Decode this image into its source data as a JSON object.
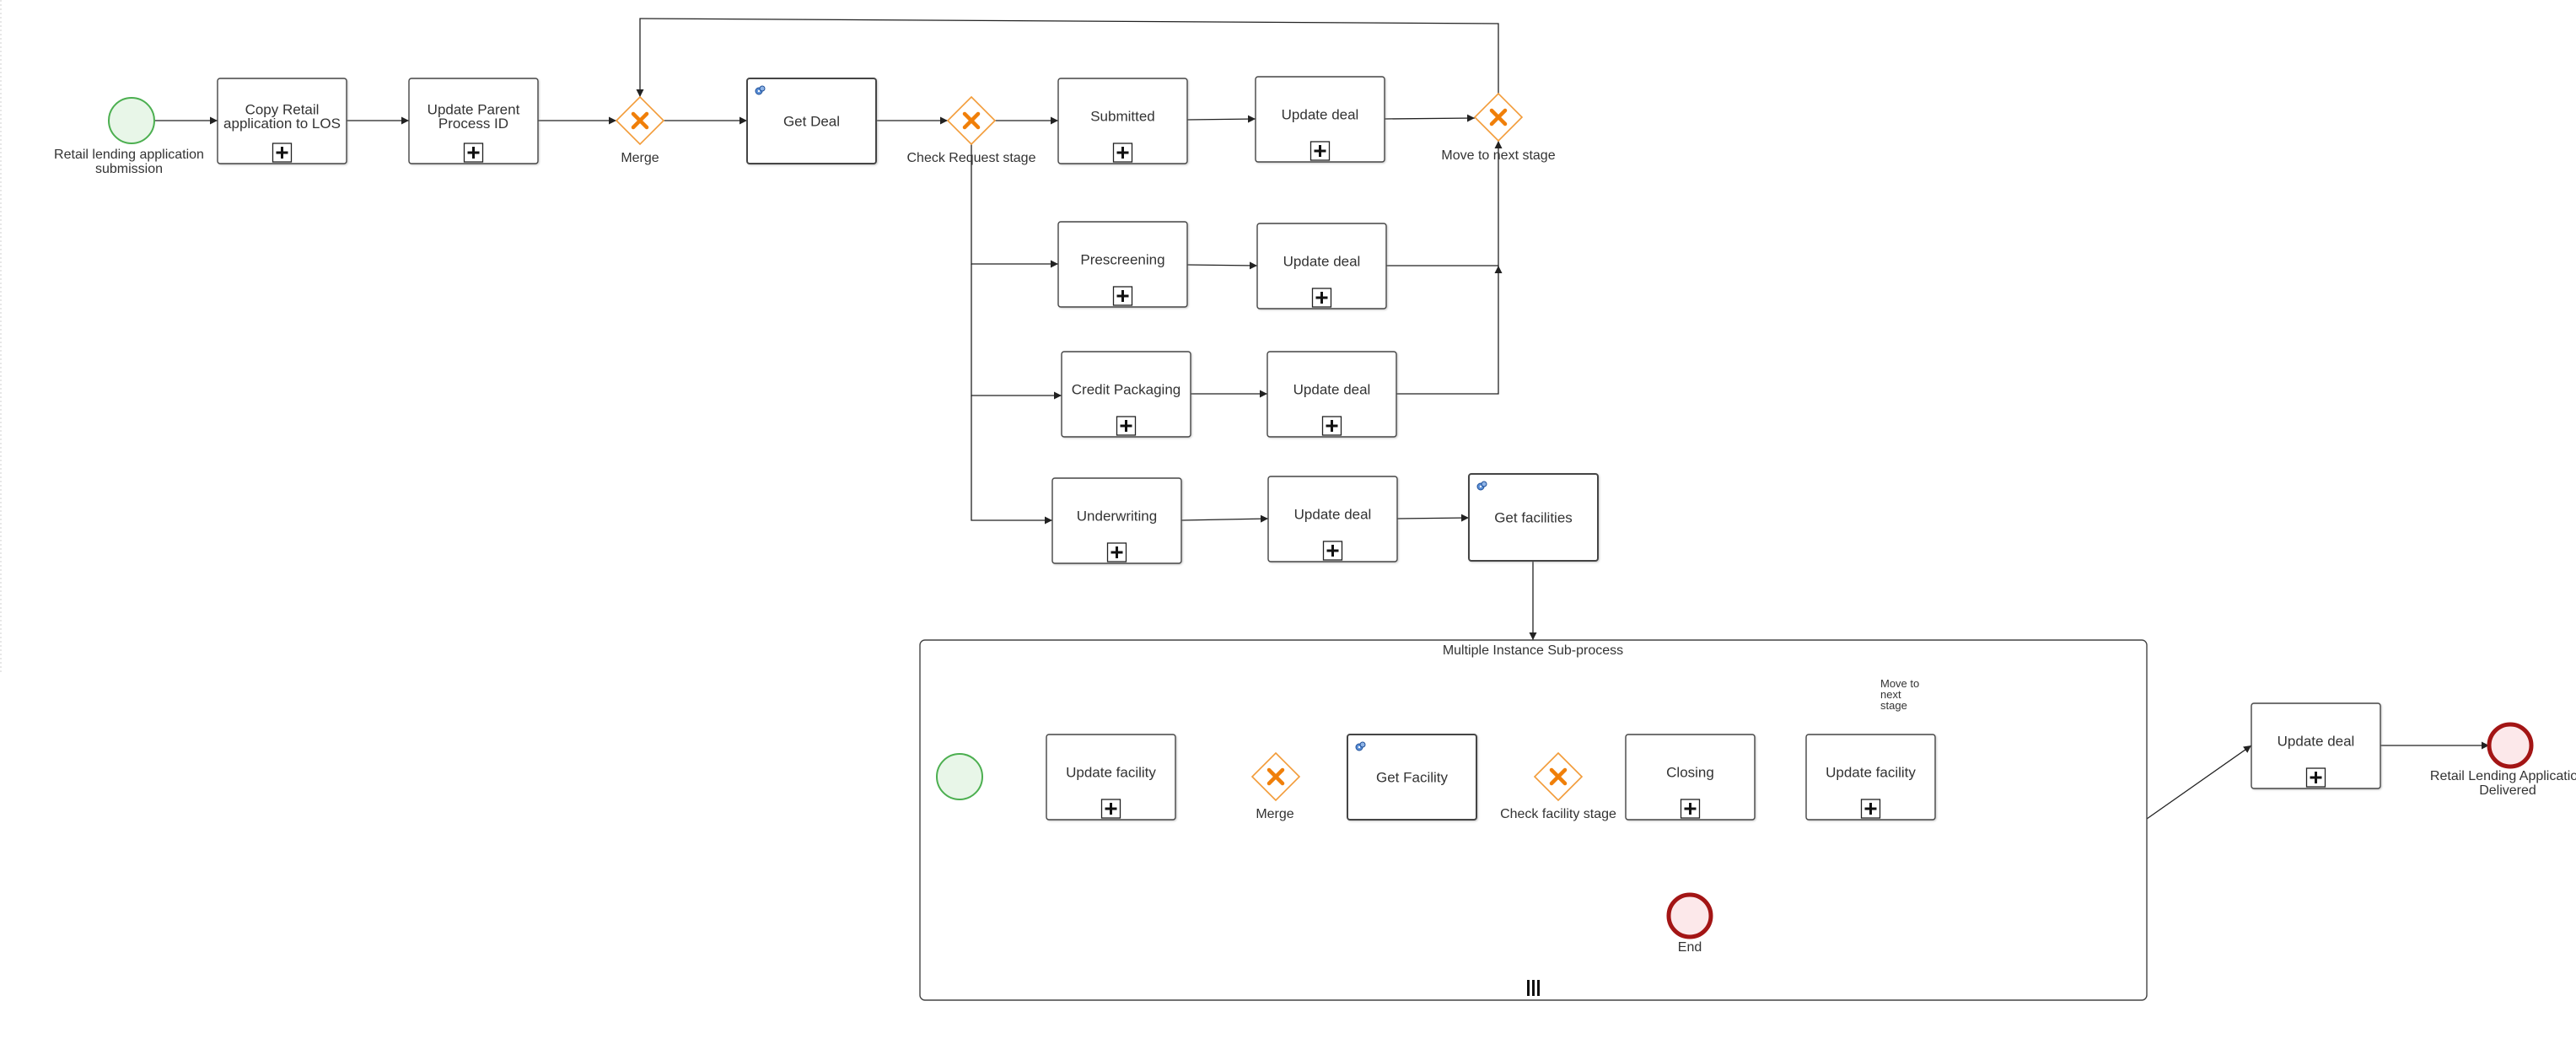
{
  "diagram": {
    "type": "BPMN process",
    "colors": {
      "start_event_fill": "#e8f6e8",
      "start_event_stroke": "#4caf50",
      "end_event_fill": "#fce8ea",
      "end_event_stroke": "#a31515",
      "gateway_stroke": "#f29b38",
      "gateway_marker": "#f07f09",
      "edge": "#222222"
    },
    "nodes": [
      {
        "id": "start-1",
        "kind": "start-event",
        "label": "Retail lending application\nsubmission"
      },
      {
        "id": "task-copy",
        "kind": "task",
        "label": "Copy Retail\napplication to LOS",
        "marker": "subprocess-plus"
      },
      {
        "id": "task-update-parent",
        "kind": "task",
        "label": "Update Parent\nProcess ID",
        "marker": "subprocess-plus"
      },
      {
        "id": "gw-merge-1",
        "kind": "exclusive-gateway",
        "label": "Merge"
      },
      {
        "id": "task-get-deal",
        "kind": "service-task",
        "label": "Get Deal",
        "icon": "gear-icon"
      },
      {
        "id": "gw-check-request",
        "kind": "exclusive-gateway",
        "label": "Check Request stage"
      },
      {
        "id": "task-submitted",
        "kind": "task",
        "label": "Submitted",
        "marker": "subprocess-plus"
      },
      {
        "id": "task-update-deal-1",
        "kind": "task",
        "label": "Update deal",
        "marker": "subprocess-plus"
      },
      {
        "id": "gw-move-next",
        "kind": "exclusive-gateway",
        "label": "Move to next stage"
      },
      {
        "id": "task-prescreening",
        "kind": "task",
        "label": "Prescreening",
        "marker": "subprocess-plus"
      },
      {
        "id": "task-update-deal-2",
        "kind": "task",
        "label": "Update deal",
        "marker": "subprocess-plus"
      },
      {
        "id": "task-credit-packaging",
        "kind": "task",
        "label": "Credit Packaging",
        "marker": "subprocess-plus"
      },
      {
        "id": "task-update-deal-3",
        "kind": "task",
        "label": "Update deal",
        "marker": "subprocess-plus"
      },
      {
        "id": "task-underwriting",
        "kind": "task",
        "label": "Underwriting",
        "marker": "subprocess-plus"
      },
      {
        "id": "task-update-deal-4",
        "kind": "task",
        "label": "Update deal",
        "marker": "subprocess-plus"
      },
      {
        "id": "task-get-facilities",
        "kind": "service-task",
        "label": "Get facilities",
        "icon": "gear-icon"
      },
      {
        "id": "subprocess-mi",
        "kind": "multi-instance-subprocess",
        "label": "Multiple Instance Sub-process",
        "marker": "parallel-multi-instance"
      },
      {
        "id": "start-2",
        "kind": "start-event",
        "label": ""
      },
      {
        "id": "task-update-facility-1",
        "kind": "task",
        "label": "Update facility",
        "marker": "subprocess-plus"
      },
      {
        "id": "gw-merge-2",
        "kind": "exclusive-gateway",
        "label": "Merge"
      },
      {
        "id": "task-get-facility",
        "kind": "service-task",
        "label": "Get Facility",
        "icon": "gear-icon"
      },
      {
        "id": "gw-check-facility",
        "kind": "exclusive-gateway",
        "label": "Check facility stage"
      },
      {
        "id": "task-closing",
        "kind": "task",
        "label": "Closing",
        "marker": "subprocess-plus"
      },
      {
        "id": "task-update-facility-2",
        "kind": "task",
        "label": "Update facility",
        "marker": "subprocess-plus"
      },
      {
        "id": "end-inner",
        "kind": "end-event",
        "label": "End"
      },
      {
        "id": "task-update-deal-5",
        "kind": "task",
        "label": "Update deal",
        "marker": "subprocess-plus"
      },
      {
        "id": "end-final",
        "kind": "end-event",
        "label": "Retail Lending Application\nDelivered"
      }
    ],
    "edges": [
      {
        "from": "start-1",
        "to": "task-copy",
        "label": ""
      },
      {
        "from": "task-copy",
        "to": "task-update-parent",
        "label": ""
      },
      {
        "from": "task-update-parent",
        "to": "gw-merge-1",
        "label": ""
      },
      {
        "from": "gw-merge-1",
        "to": "task-get-deal",
        "label": ""
      },
      {
        "from": "task-get-deal",
        "to": "gw-check-request",
        "label": ""
      },
      {
        "from": "gw-check-request",
        "to": "task-submitted",
        "label": ""
      },
      {
        "from": "gw-check-request",
        "to": "task-prescreening",
        "label": ""
      },
      {
        "from": "gw-check-request",
        "to": "task-credit-packaging",
        "label": ""
      },
      {
        "from": "gw-check-request",
        "to": "task-underwriting",
        "label": ""
      },
      {
        "from": "task-submitted",
        "to": "task-update-deal-1",
        "label": ""
      },
      {
        "from": "task-prescreening",
        "to": "task-update-deal-2",
        "label": ""
      },
      {
        "from": "task-credit-packaging",
        "to": "task-update-deal-3",
        "label": ""
      },
      {
        "from": "task-underwriting",
        "to": "task-update-deal-4",
        "label": ""
      },
      {
        "from": "task-update-deal-1",
        "to": "gw-move-next",
        "label": ""
      },
      {
        "from": "task-update-deal-2",
        "to": "gw-move-next",
        "label": ""
      },
      {
        "from": "task-update-deal-3",
        "to": "gw-move-next",
        "label": ""
      },
      {
        "from": "gw-move-next",
        "to": "gw-merge-1",
        "label": ""
      },
      {
        "from": "task-update-deal-4",
        "to": "task-get-facilities",
        "label": ""
      },
      {
        "from": "task-get-facilities",
        "to": "subprocess-mi",
        "label": ""
      },
      {
        "from": "start-2",
        "to": "task-update-facility-1",
        "label": ""
      },
      {
        "from": "task-update-facility-1",
        "to": "gw-merge-2",
        "label": ""
      },
      {
        "from": "gw-merge-2",
        "to": "task-get-facility",
        "label": ""
      },
      {
        "from": "task-get-facility",
        "to": "gw-check-facility",
        "label": ""
      },
      {
        "from": "gw-check-facility",
        "to": "task-closing",
        "label": ""
      },
      {
        "from": "gw-check-facility",
        "to": "end-inner",
        "label": ""
      },
      {
        "from": "task-closing",
        "to": "task-update-facility-2",
        "label": ""
      },
      {
        "from": "task-update-facility-2",
        "to": "gw-merge-2",
        "label": "Move to\nnext\nstage"
      },
      {
        "from": "subprocess-mi",
        "to": "task-update-deal-5",
        "label": ""
      },
      {
        "from": "task-update-deal-5",
        "to": "end-final",
        "label": ""
      }
    ]
  }
}
